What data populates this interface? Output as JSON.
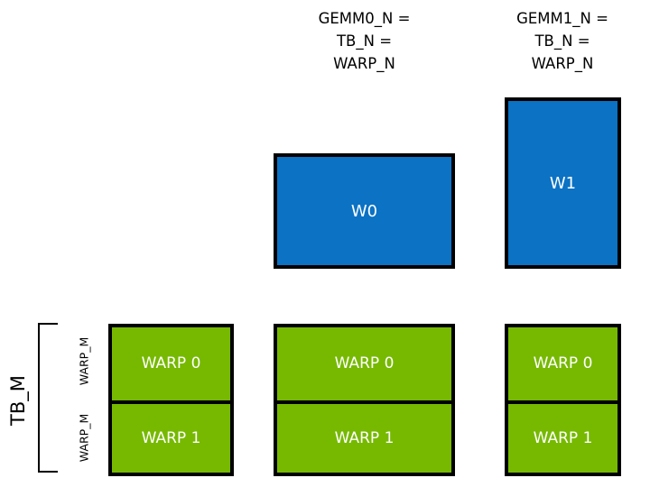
{
  "diagram": {
    "title_not_shown": "",
    "colors": {
      "blue_tile": "#0b72c4",
      "green_tile": "#76b900",
      "outline": "#000000",
      "tile_text": "#ffffff",
      "background": "#ffffff"
    },
    "headers": [
      {
        "id": "gemm0",
        "text": "GEMM0_N =\nTB_N =\nWARP_N"
      },
      {
        "id": "gemm1",
        "text": "GEMM1_N =\nTB_N =\nWARP_N"
      }
    ],
    "blue_tiles": [
      {
        "id": "w0",
        "label": "W0"
      },
      {
        "id": "w1",
        "label": "W1"
      }
    ],
    "green_columns": [
      {
        "id": "col0",
        "cells": [
          {
            "label": "WARP 0"
          },
          {
            "label": "WARP 1"
          }
        ]
      },
      {
        "id": "col1",
        "cells": [
          {
            "label": "WARP 0"
          },
          {
            "label": "WARP 1"
          }
        ]
      },
      {
        "id": "col2",
        "cells": [
          {
            "label": "WARP 0"
          },
          {
            "label": "WARP 1"
          }
        ]
      }
    ],
    "left_axis": {
      "bracket_label": "TB_M",
      "segment_labels": [
        "WARP_M",
        "WARP_M"
      ]
    }
  }
}
